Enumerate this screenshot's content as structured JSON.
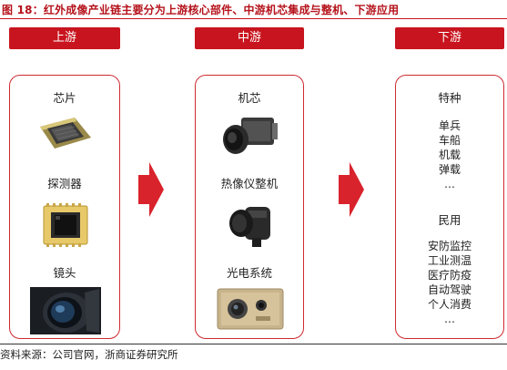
{
  "title": "图 18：红外成像产业链主要分为上游核心部件、中游机芯集成与整机、下游应用",
  "headers": {
    "upstream": "上游",
    "midstream": "中游",
    "downstream": "下游"
  },
  "upstream": {
    "items": [
      "芯片",
      "探测器",
      "镜头"
    ]
  },
  "midstream": {
    "items": [
      "机芯",
      "热像仪整机",
      "光电系统"
    ]
  },
  "downstream": {
    "special_title": "特种",
    "special_items": [
      "单兵",
      "车船",
      "机载",
      "弹载",
      "…"
    ],
    "civil_title": "民用",
    "civil_items": [
      "安防监控",
      "工业测温",
      "医疗防疫",
      "自动驾驶",
      "个人消费",
      "…"
    ]
  },
  "source": "资料来源：公司官网，浙商证券研究所",
  "colors": {
    "accent": "#c8141e",
    "arrow": "#d9232c"
  }
}
